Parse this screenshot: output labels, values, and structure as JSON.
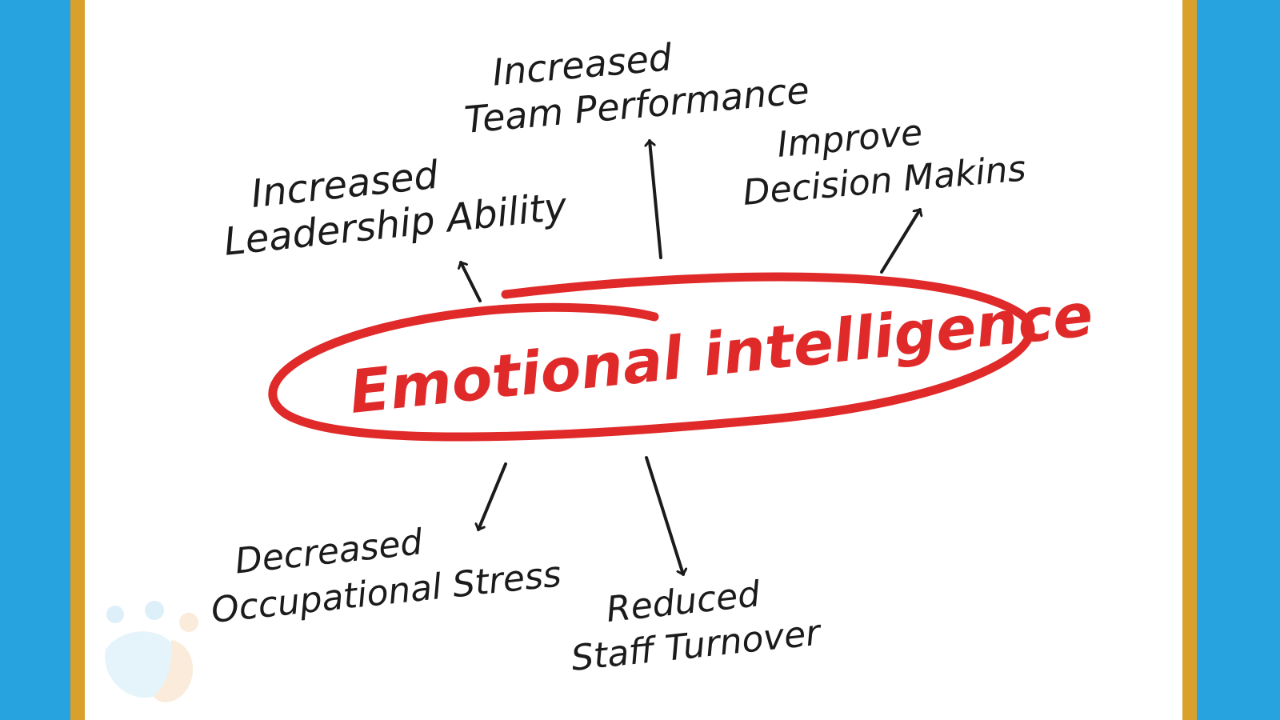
{
  "center": {
    "label": "Emotional intelligence"
  },
  "nodes": {
    "leadership": {
      "line1": "Increased",
      "line2": "Leadership Ability"
    },
    "team": {
      "line1": "Increased",
      "line2": "Team Performance"
    },
    "decision": {
      "line1": "Improve",
      "line2": "Decision Makins"
    },
    "stress": {
      "line1": "Decreased",
      "line2": "Occupational Stress"
    },
    "turnover": {
      "line1": "Reduced",
      "line2": "Staff Turnover"
    }
  },
  "colors": {
    "background": "#27a3df",
    "frame": "#d9a02b",
    "canvas": "#ffffff",
    "accent": "#e02a2a",
    "ink": "#1b1b1b"
  },
  "icons": {
    "logo": "people-logo-watermark"
  }
}
